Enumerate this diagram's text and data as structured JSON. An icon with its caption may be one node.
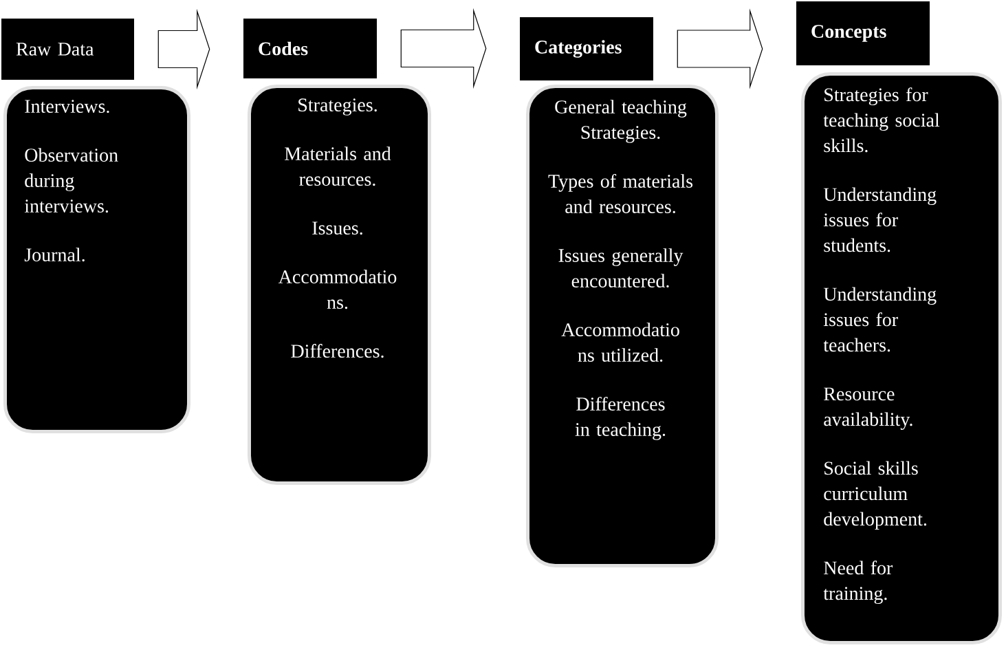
{
  "diagram": {
    "nodes": [
      {
        "text": [
          "Raw Data"
        ]
      },
      {
        "text": [
          "Interviews.",
          "Observation during interviews.",
          "Journal."
        ]
      },
      {
        "text": [
          "Codes"
        ]
      },
      {
        "text": [
          "Strategies.",
          "Materials and resources.",
          "Issues.",
          "Accommodatio ns.",
          "Differences."
        ]
      },
      {
        "text": [
          "Categories"
        ]
      },
      {
        "text": [
          "General teaching Strategies.",
          "Types of materials and resources.",
          "Issues generally encountered.",
          "Accommodatio ns utilized.",
          "Differences in teaching."
        ]
      },
      {
        "text": [
          "Concepts"
        ]
      },
      {
        "text": [
          "Strategies for teaching social skills.",
          "Understanding issues for students.",
          "Understanding issues for teachers.",
          "Resource availability.",
          "Social skills curriculum development.",
          "Need for training."
        ]
      }
    ],
    "edges": [
      {
        "from": 0,
        "to": 2,
        "arrow": "to"
      },
      {
        "from": 2,
        "to": 4,
        "arrow": "to"
      },
      {
        "from": 4,
        "to": 6,
        "arrow": "to"
      }
    ]
  }
}
